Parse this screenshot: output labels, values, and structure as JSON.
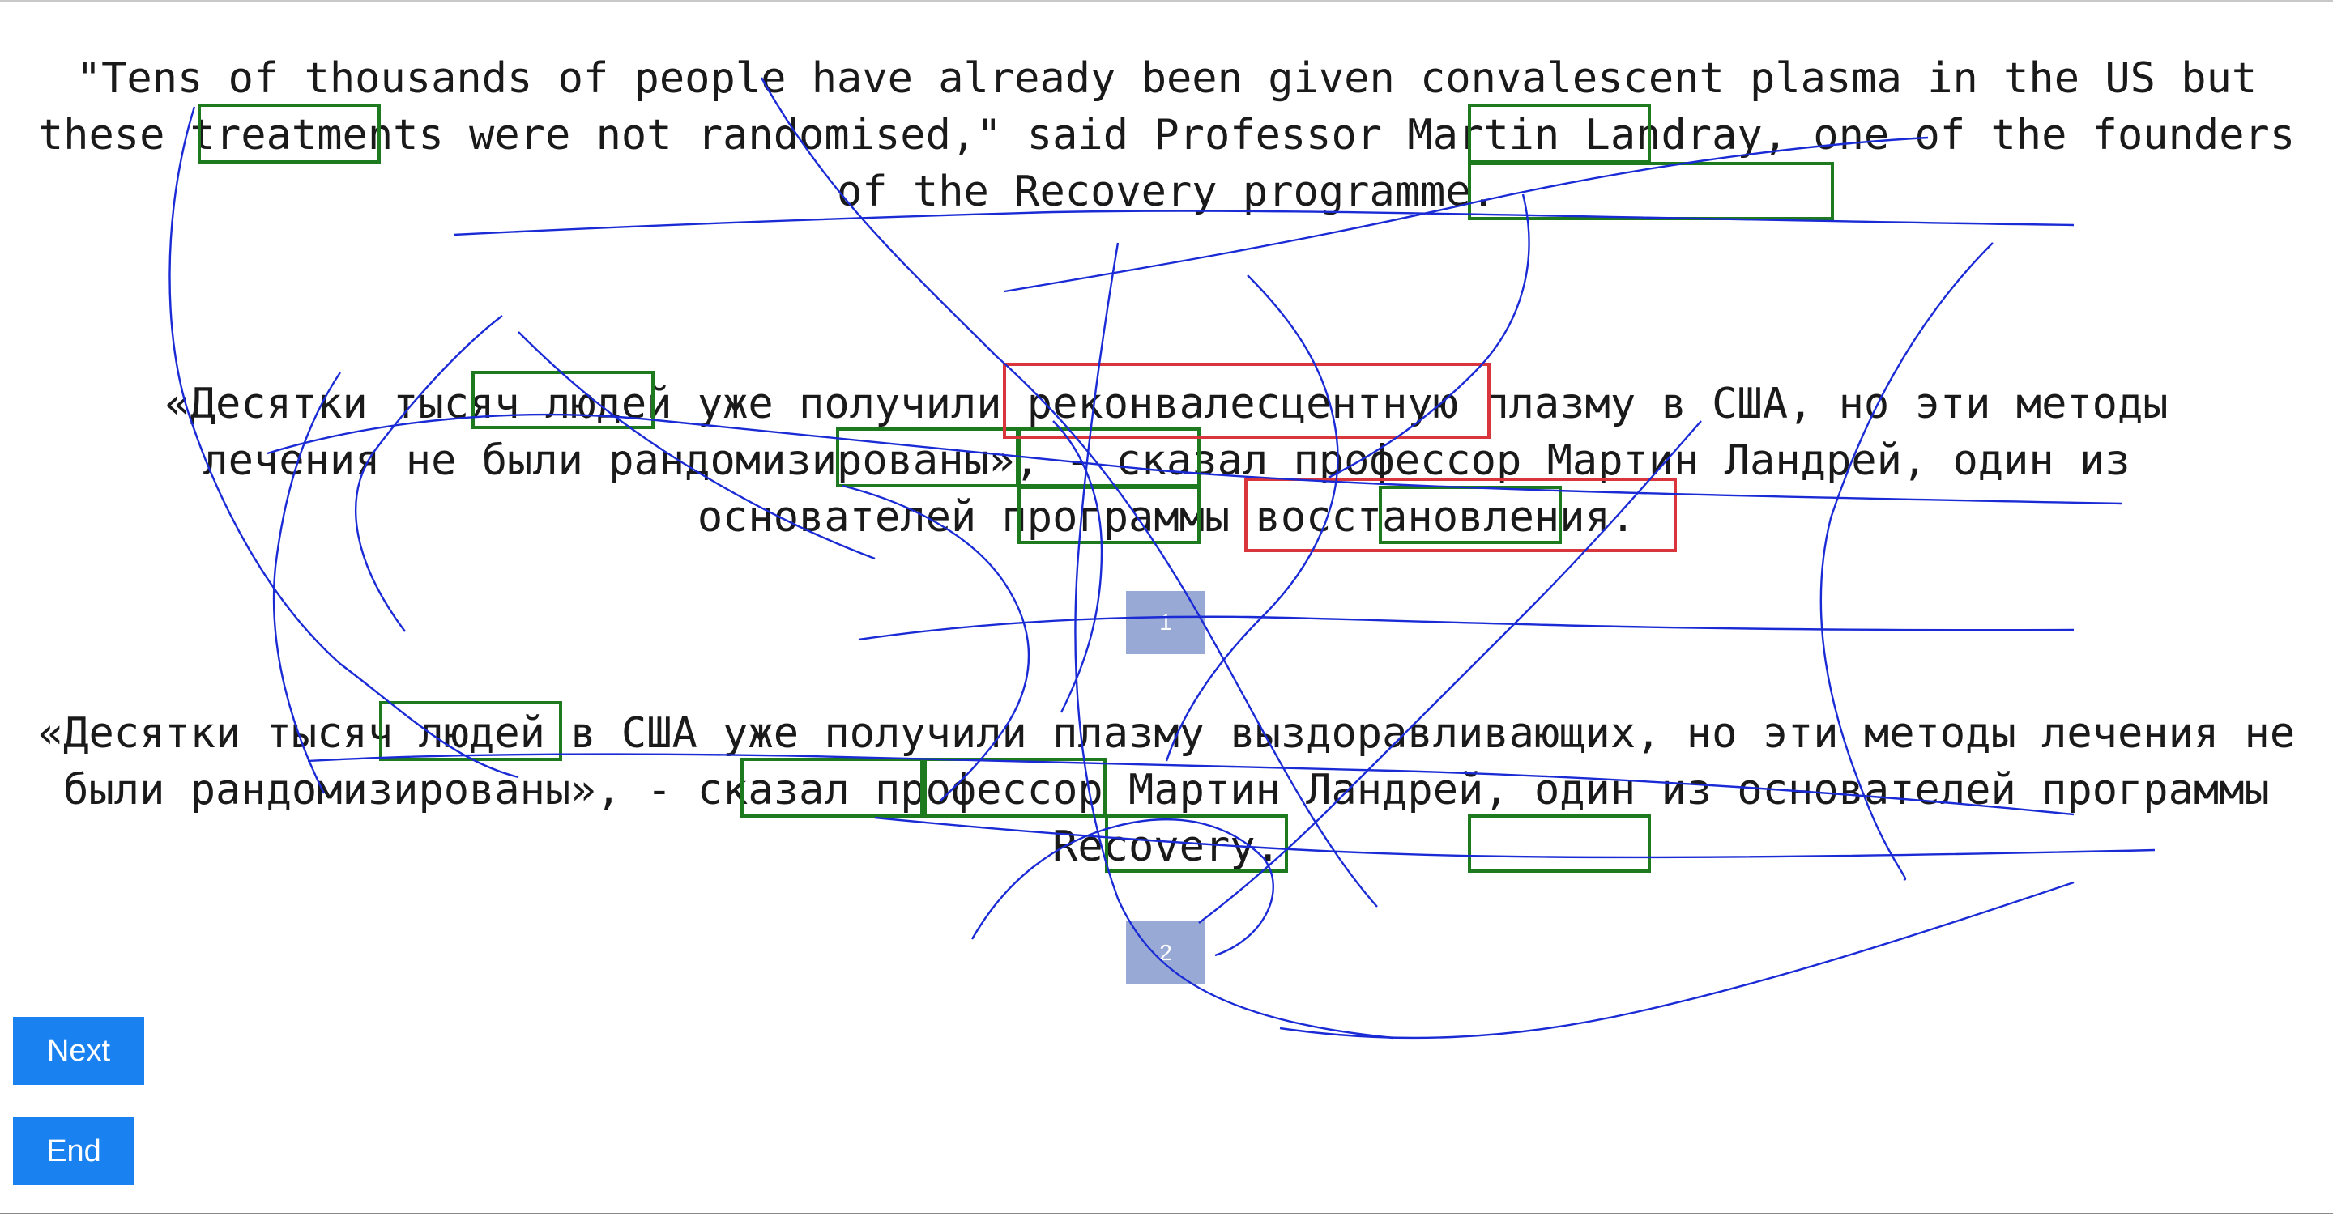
{
  "sentences": {
    "source_en": "\"Tens of thousands of people have already been given convalescent plasma in the US but these treatments were not randomised,\" said Professor Martin Landray, one of the founders of the Recovery programme.",
    "translation_1": "«Десятки тысяч людей уже получили реконвалесцентную плазму в США, но эти методы лечения не были рандомизированы», - сказал профессор Мартин Ландрей, один из основателей программы восстановления.",
    "translation_2": "«Десятки тысяч людей в США уже получили плазму выздоравливающих, но эти методы лечения не были рандомизированы», - сказал профессор Мартин Ландрей, один из основателей программы Recovery."
  },
  "badges": {
    "one": "1",
    "two": "2"
  },
  "buttons": {
    "next": "Next",
    "end": "End"
  },
  "colors": {
    "button_bg": "#1a82f0",
    "badge_bg": "#98a9d6",
    "green_box": "#1e7a1e",
    "red_box": "#d8353d",
    "trace_line": "#1a2bd6"
  }
}
